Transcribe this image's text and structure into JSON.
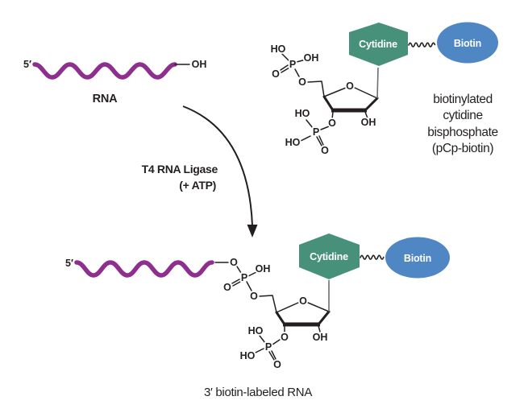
{
  "colors": {
    "rna_strand": "#8e2f90",
    "cytidine_fill": "#47917a",
    "biotin_fill": "#4e87c4",
    "bond": "#231f20",
    "connector": "#6d6e71"
  },
  "reactant": {
    "five_prime": "5′",
    "hydroxyl": "OH",
    "label": "RNA"
  },
  "reaction": {
    "enzyme": "T4 RNA Ligase",
    "cofactor": "(+ ATP)"
  },
  "pcp": {
    "base_label": "Cytidine",
    "tag_label": "Biotin",
    "caption": [
      "biotinylated",
      "cytidine",
      "bisphosphate",
      "(pCp-biotin)"
    ]
  },
  "product": {
    "five_prime": "5′",
    "base_label": "Cytidine",
    "tag_label": "Biotin",
    "caption": "3′ biotin-labeled RNA"
  },
  "atoms": {
    "HO": "HO",
    "OH": "OH",
    "P": "P",
    "O": "O"
  }
}
